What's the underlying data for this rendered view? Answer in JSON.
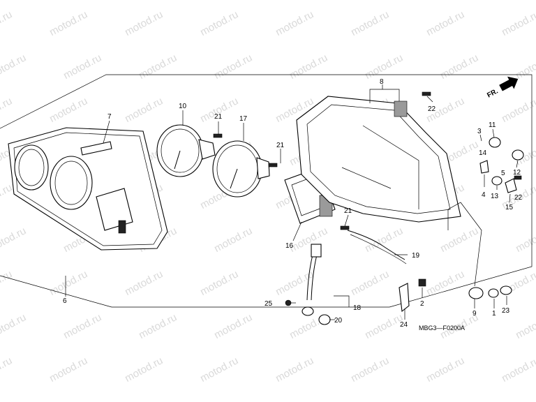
{
  "watermark": "motod.ru",
  "diagram_code": "MBG3—F0200A",
  "direction_label": "FR.",
  "callouts": {
    "c1": "1",
    "c2": "2",
    "c3": "3",
    "c4": "4",
    "c5": "5",
    "c6": "6",
    "c7": "7",
    "c8": "8",
    "c9": "9",
    "c10": "10",
    "c11": "11",
    "c12": "12",
    "c13": "13",
    "c14": "14",
    "c15": "15",
    "c16": "16",
    "c17": "17",
    "c18": "18",
    "c19": "19",
    "c20": "20",
    "c21a": "21",
    "c21b": "21",
    "c21c": "21",
    "c22a": "22",
    "c22b": "22",
    "c23": "23",
    "c24": "24",
    "c25": "25"
  }
}
